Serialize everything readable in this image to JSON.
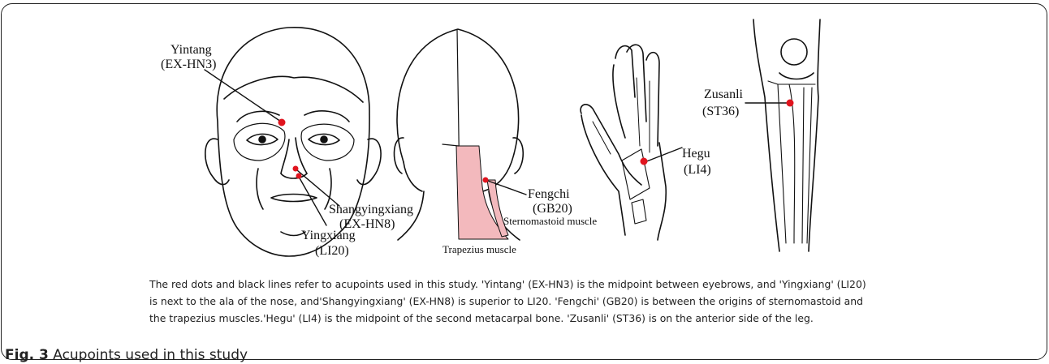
{
  "figure": {
    "labels": {
      "yintang": [
        "Yintang",
        "(EX-HN3)"
      ],
      "shangyingxiang": [
        "Shangyingxiang",
        "(EX-HN8)"
      ],
      "yingxiang": [
        "Yingxiang",
        "(LI20)"
      ],
      "fengchi": [
        "Fengchi",
        "(GB20)"
      ],
      "sternomastoid": "Sternomastoid muscle",
      "trapezius": "Trapezius muscle",
      "hegu": [
        "Hegu",
        "(LI4)"
      ],
      "zusanli": [
        "Zusanli",
        "(ST36)"
      ]
    },
    "colors": {
      "acupoint_dot": "#e0141e",
      "muscle_fill": "#f3b9bd",
      "line": "#111111"
    }
  },
  "caption": {
    "lines": [
      "The red dots and black lines refer to acupoints used in this study. 'Yintang' (EX-HN3) is the midpoint between eyebrows, and 'Yingxiang' (LI20)",
      "is next to the ala of the nose, and'Shangyingxiang' (EX-HN8) is superior to LI20. 'Fengchi' (GB20) is between the origins of sternomastoid and",
      "the trapezius muscles.'Hegu' (LI4) is the midpoint of the second metacarpal bone. 'Zusanli' (ST36) is on the anterior side of the leg."
    ]
  },
  "figure_title": {
    "number": "Fig. 3",
    "text": "Acupoints used in this study"
  }
}
